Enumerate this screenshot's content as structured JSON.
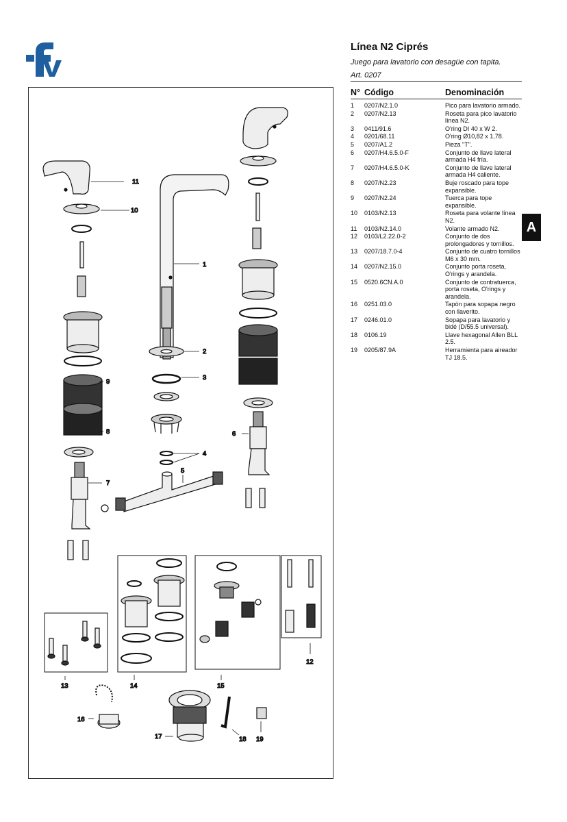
{
  "brand": {
    "logo_text": "fv",
    "logo_color": "#1f5fa0"
  },
  "header": {
    "title": "Línea N2 Ciprés",
    "subtitle": "Juego para lavatorio con desagüe con tapita.",
    "art": "Art. 0207"
  },
  "table": {
    "headers": {
      "n": "N°",
      "code": "Código",
      "den": "Denominación"
    },
    "rows": [
      {
        "n": "1",
        "code": "0207/N2.1.0",
        "den": "Pico para lavatorio armado."
      },
      {
        "n": "2",
        "code": "0207/N2.13",
        "den": "Roseta para pico lavatorio línea N2."
      },
      {
        "n": "3",
        "code": "0411/91.6",
        "den": "O'ring DI 40 x W 2."
      },
      {
        "n": "4",
        "code": "0201/68.11",
        "den": "O'ring Ø10,82 x 1,78."
      },
      {
        "n": "5",
        "code": "0207/A1.2",
        "den": "Pieza \"T\"."
      },
      {
        "n": "6",
        "code": "0207/H4.6.5.0-F",
        "den": "Conjunto de llave lateral armada H4 fría."
      },
      {
        "n": "7",
        "code": "0207/H4.6.5.0-K",
        "den": "Conjunto de llave lateral armada H4 caliente."
      },
      {
        "n": "8",
        "code": "0207/N2.23",
        "den": "Buje roscado para tope expansible."
      },
      {
        "n": "9",
        "code": "0207/N2.24",
        "den": "Tuerca para tope expansible."
      },
      {
        "n": "10",
        "code": "0103/N2.13",
        "den": "Roseta para volante línea N2."
      },
      {
        "n": "11",
        "code": "0103/N2.14.0",
        "den": "Volante armado N2."
      },
      {
        "n": "12",
        "code": "0103/L2.22.0-2",
        "den": "Conjunto de dos prolongadores y tornillos."
      },
      {
        "n": "13",
        "code": "0207/18.7.0-4",
        "den": "Conjunto de cuatro tornillos M6 x 30 mm."
      },
      {
        "n": "14",
        "code": "0207/N2.15.0",
        "den": "Conjunto porta roseta, O'rings y arandela."
      },
      {
        "n": "15",
        "code": "0520.6CN.A.0",
        "den": "Conjunto de contratuerca, porta roseta, O'rings y arandela."
      },
      {
        "n": "16",
        "code": "0251.03.0",
        "den": "Tapón para sopapa negro con llaverito."
      },
      {
        "n": "17",
        "code": "0246.01.0",
        "den": "Sopapa para lavatorio y bidé (D/55.5 universal)."
      },
      {
        "n": "18",
        "code": "0106.19",
        "den": "Llave hexagonal Allen BLL 2.5."
      },
      {
        "n": "19",
        "code": "0205/87.9A",
        "den": "Herramienta para aireador TJ 18.5."
      }
    ]
  },
  "section_tab": "A",
  "callouts": {
    "c1": "1",
    "c2": "2",
    "c3": "3",
    "c4": "4",
    "c5": "5",
    "c6": "6",
    "c7": "7",
    "c8": "8",
    "c9": "9",
    "c10": "10",
    "c11": "11",
    "c12": "12",
    "c13": "13",
    "c14": "14",
    "c15": "15",
    "c16": "16",
    "c17": "17",
    "c18": "18",
    "c19": "19"
  }
}
